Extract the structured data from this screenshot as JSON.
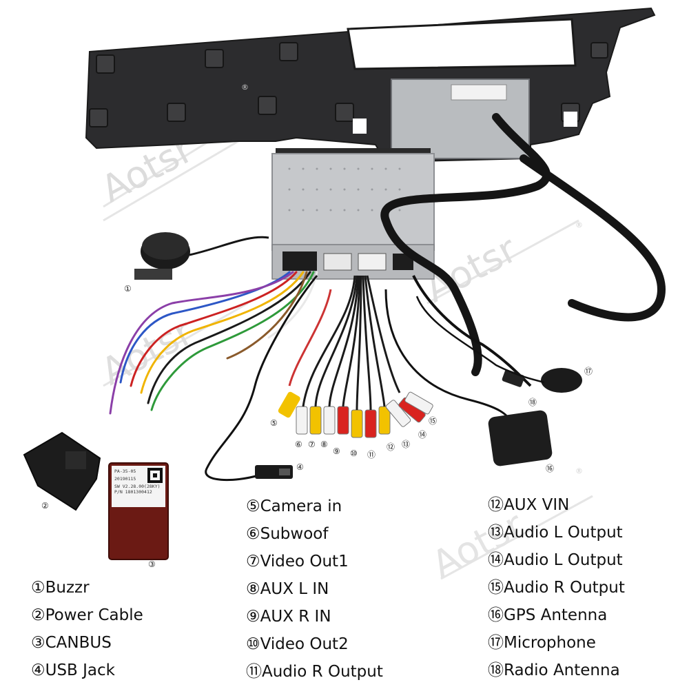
{
  "brand": {
    "watermark": "Aotsr",
    "registered_mark": "®"
  },
  "canbus_label": {
    "line1": "PA-35-05",
    "line2": "20190115",
    "line3": "SW V2.28.00(28KY)",
    "line4": "P/N 1801300412"
  },
  "callouts": [
    "①",
    "②",
    "③",
    "④",
    "⑤",
    "⑥",
    "⑦",
    "⑧",
    "⑨",
    "⑩",
    "⑪",
    "⑫",
    "⑬",
    "⑭",
    "⑮",
    "⑯",
    "⑰",
    "⑱"
  ],
  "legend": {
    "col1": [
      "①Buzzr",
      "②Power Cable",
      "③CANBUS",
      "④USB Jack"
    ],
    "col2": [
      "⑤Camera in",
      "⑥Subwoof",
      "⑦Video Out1",
      "⑧AUX L IN",
      "⑨AUX R IN",
      "⑩Video Out2",
      "⑪Audio R Output"
    ],
    "col3": [
      "⑫AUX VIN",
      "⑬Audio L Output",
      "⑭Audio L Output",
      "⑮Audio R Output",
      "⑯GPS Antenna",
      "⑰Microphone",
      "⑱Radio Antenna"
    ]
  },
  "colors": {
    "bezel": "#2b2b2d",
    "unit_silver": "#c9cbce",
    "cable_black": "#151515",
    "rca_yellow": "#f2c200",
    "rca_red": "#d9231f",
    "rca_white": "#f3f3f3",
    "canbus_box": "#6b1a14",
    "watermark": "#d7d7d7"
  }
}
